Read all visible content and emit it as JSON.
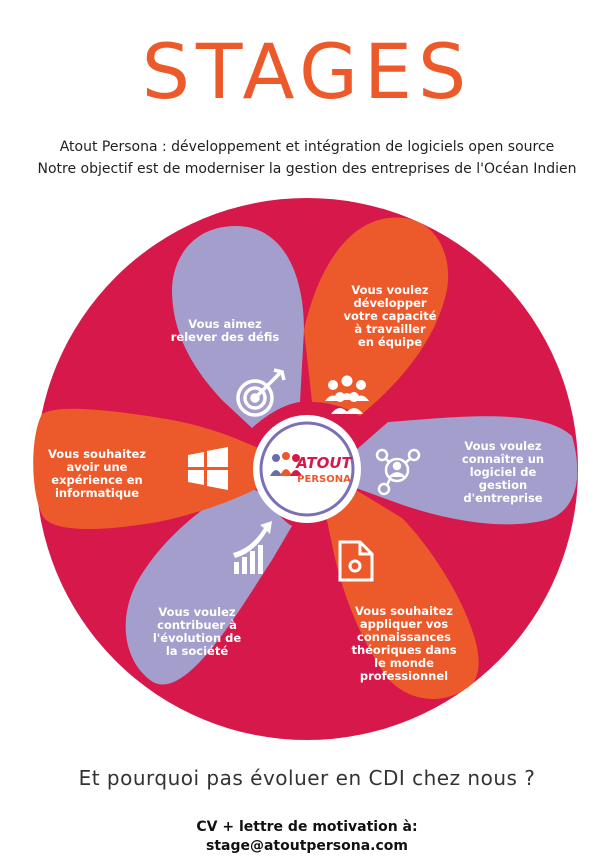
{
  "header": {
    "title": "STAGES",
    "line1": "Atout Persona : développement et intégration de logiciels open source",
    "line2": "Notre objectif est de moderniser la gestion des entreprises de l'Océan Indien"
  },
  "wheel": {
    "logo": {
      "top": "ATOUT",
      "bottom": "PERSONA"
    },
    "petals": [
      {
        "icon": "target-icon",
        "color": "#a39ecb",
        "lines": [
          "Vous aimez",
          "relever des défis"
        ]
      },
      {
        "icon": "team-icon",
        "color": "#ec5a2b",
        "lines": [
          "Vous voulez",
          "développer",
          "votre capacité",
          "à travailler",
          "en équipe"
        ]
      },
      {
        "icon": "network-icon",
        "color": "#a39ecb",
        "lines": [
          "Vous voulez",
          "connaître un",
          "logiciel de",
          "gestion",
          "d'entreprise"
        ]
      },
      {
        "icon": "document-gear-icon",
        "color": "#ec5a2b",
        "lines": [
          "Vous souhaitez",
          "appliquer vos",
          "connaissances",
          "théoriques dans",
          "le monde",
          "professionnel"
        ]
      },
      {
        "icon": "growth-chart-icon",
        "color": "#a39ecb",
        "lines": [
          "Vous voulez",
          "contribuer à",
          "l'évolution de",
          "la société"
        ]
      },
      {
        "icon": "windows-icon",
        "color": "#ec5a2b",
        "lines": [
          "Vous souhaitez",
          "avoir une",
          "expérience en",
          "informatique"
        ]
      }
    ],
    "colors": {
      "outer": "#d6184a",
      "ring": "#ffffff"
    }
  },
  "footer": {
    "cdi": "Et pourquoi pas évoluer en CDI chez nous ?",
    "contact_line1": "CV + lettre de motivation à:",
    "contact_line2": "stage@atoutpersona.com"
  }
}
